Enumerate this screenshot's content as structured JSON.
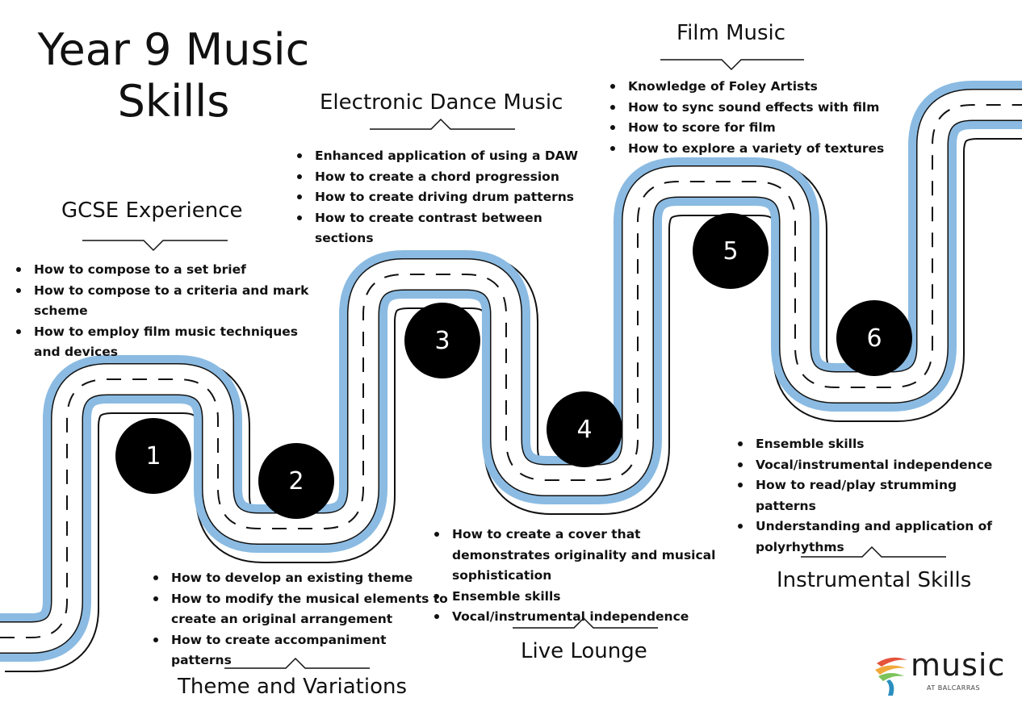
{
  "title": {
    "line1": "Year 9 Music",
    "line2": "Skills"
  },
  "colors": {
    "road": "#8bbbe2",
    "outline": "#111111",
    "stop": "#000000",
    "text": "#111111"
  },
  "stops": [
    {
      "number": "1"
    },
    {
      "number": "2"
    },
    {
      "number": "3"
    },
    {
      "number": "4"
    },
    {
      "number": "5"
    },
    {
      "number": "6"
    }
  ],
  "sections": {
    "gcse": {
      "heading": "GCSE Experience",
      "items": [
        "How to compose to a set brief",
        "How to compose to a criteria and mark scheme",
        "How to employ film music techniques and devices"
      ]
    },
    "theme": {
      "heading": "Theme and Variations",
      "items": [
        "How to develop an existing theme",
        "How to modify the musical elements to create an original arrangement",
        "How to create accompaniment patterns"
      ]
    },
    "edm": {
      "heading": "Electronic Dance Music",
      "items": [
        "Enhanced application of using a DAW",
        "How to create a chord progression",
        "How to create driving drum patterns",
        "How to create contrast between sections"
      ]
    },
    "live": {
      "heading": "Live Lounge",
      "items": [
        "How to create a cover that demonstrates originality and musical sophistication",
        "Ensemble skills",
        "Vocal/instrumental independence"
      ]
    },
    "film": {
      "heading": "Film Music",
      "items": [
        "Knowledge of Foley Artists",
        "How to sync sound effects with film",
        "How to score for film",
        "How to explore a variety of textures"
      ]
    },
    "instrumental": {
      "heading": "Instrumental Skills",
      "items": [
        "Ensemble skills",
        "Vocal/instrumental independence",
        "How to read/play strumming patterns",
        "Understanding and application of polyrhythms"
      ]
    }
  },
  "logo": {
    "word": "music",
    "sub": "AT BALCARRAS"
  }
}
